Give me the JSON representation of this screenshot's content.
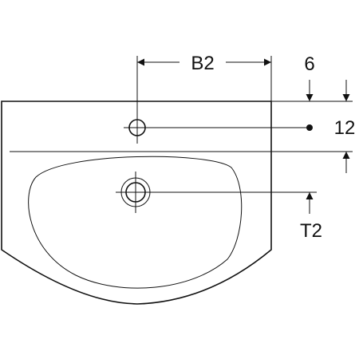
{
  "diagram": {
    "labels": {
      "width_label": "B2",
      "tap_hole_offset_label": "6",
      "rim_depth_label": "12",
      "waste_depth_label": "T2"
    },
    "colors": {
      "stroke": "#111111",
      "background": "#ffffff"
    }
  }
}
